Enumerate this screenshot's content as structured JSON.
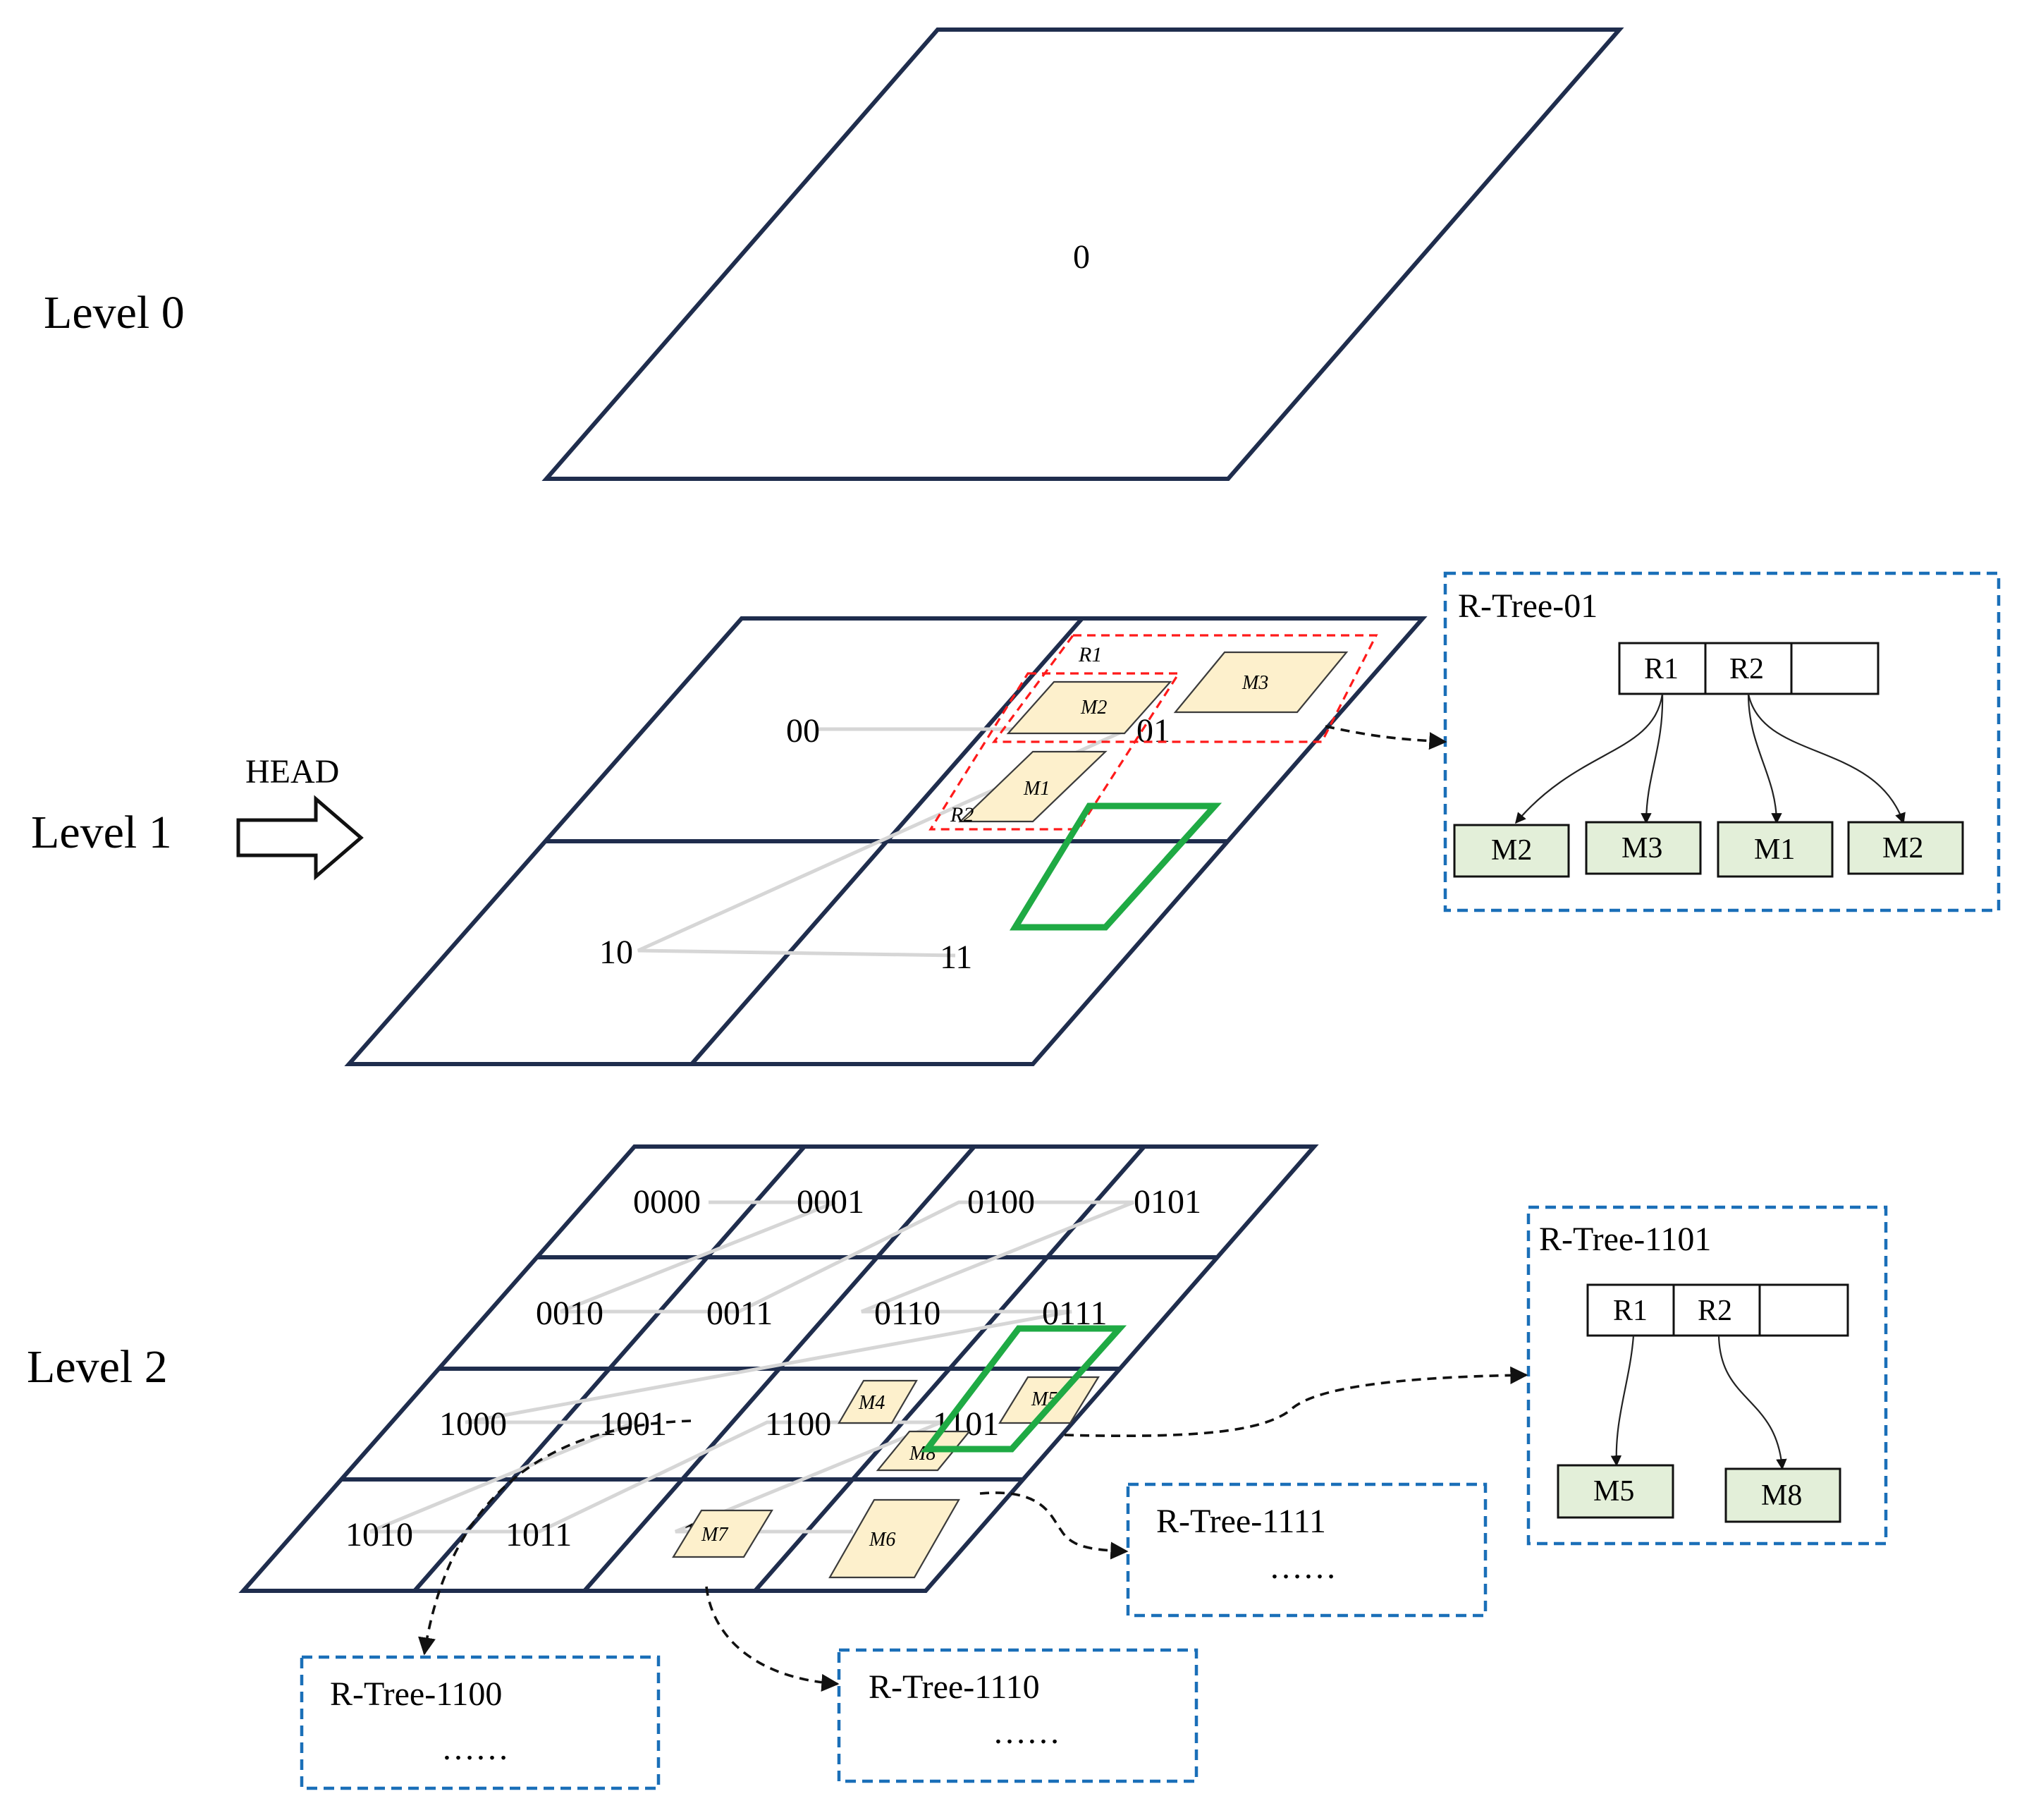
{
  "levels": [
    "Level 0",
    "Level 1",
    "Level 2"
  ],
  "level0_cell": "0",
  "level1_cells": [
    "00",
    "01",
    "10",
    "11"
  ],
  "level2_cells": [
    "0000",
    "0001",
    "0100",
    "0101",
    "0010",
    "0011",
    "0110",
    "0111",
    "1000",
    "1001",
    "1100",
    "1101",
    "1010",
    "1011",
    "1110",
    "1111"
  ],
  "head_label": "HEAD",
  "objects": [
    "M1",
    "M2",
    "M3",
    "M4",
    "M5",
    "M6",
    "M7",
    "M8"
  ],
  "regions": [
    "R1",
    "R2"
  ],
  "rtree_01": {
    "title": "R-Tree-01",
    "node": [
      "R1",
      "R2",
      ""
    ],
    "leaves": [
      "M2",
      "M3",
      "M1",
      "M2"
    ]
  },
  "rtree_1101": {
    "title": "R-Tree-1101",
    "node": [
      "R1",
      "R2",
      ""
    ],
    "leaves": [
      "M5",
      "M8"
    ]
  },
  "rtree_1111": {
    "title": "R-Tree-1111",
    "ellipsis": "……"
  },
  "rtree_1100": {
    "title": "R-Tree-1100",
    "ellipsis": "……"
  },
  "rtree_1110": {
    "title": "R-Tree-1110",
    "ellipsis": "……"
  },
  "colors": {
    "grid": "#1f2d4d",
    "zcurve": "#d6d6d6",
    "mbr_fill": "#fdf0cc",
    "region": "#ff1a1a",
    "query": "#1faa44",
    "tree_border": "#1a6fb8",
    "leaf_fill": "#e3efd9"
  }
}
